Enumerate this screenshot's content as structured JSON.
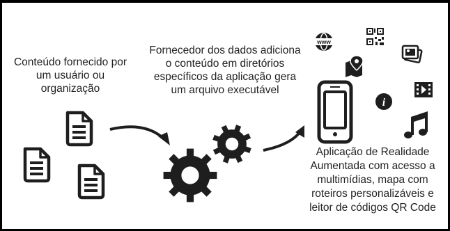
{
  "diagram": {
    "source_label": "Conteúdo fornecido por um usuário ou organização",
    "provider_label": "Fornecedor dos dados adiciona o conteúdo em diretórios específicos da aplicação gera um arquivo executável",
    "app_label": "Aplicação de Realidade Aumentada com acesso a multimídias, mapa com roteiros personalizáveis e leitor de códigos QR Code",
    "icons": [
      "document-icon",
      "gear-icon",
      "arrow-icon",
      "smartphone-icon",
      "www-globe-icon",
      "qr-code-icon",
      "map-pin-icon",
      "photos-icon",
      "info-icon",
      "film-icon",
      "music-note-icon"
    ]
  }
}
